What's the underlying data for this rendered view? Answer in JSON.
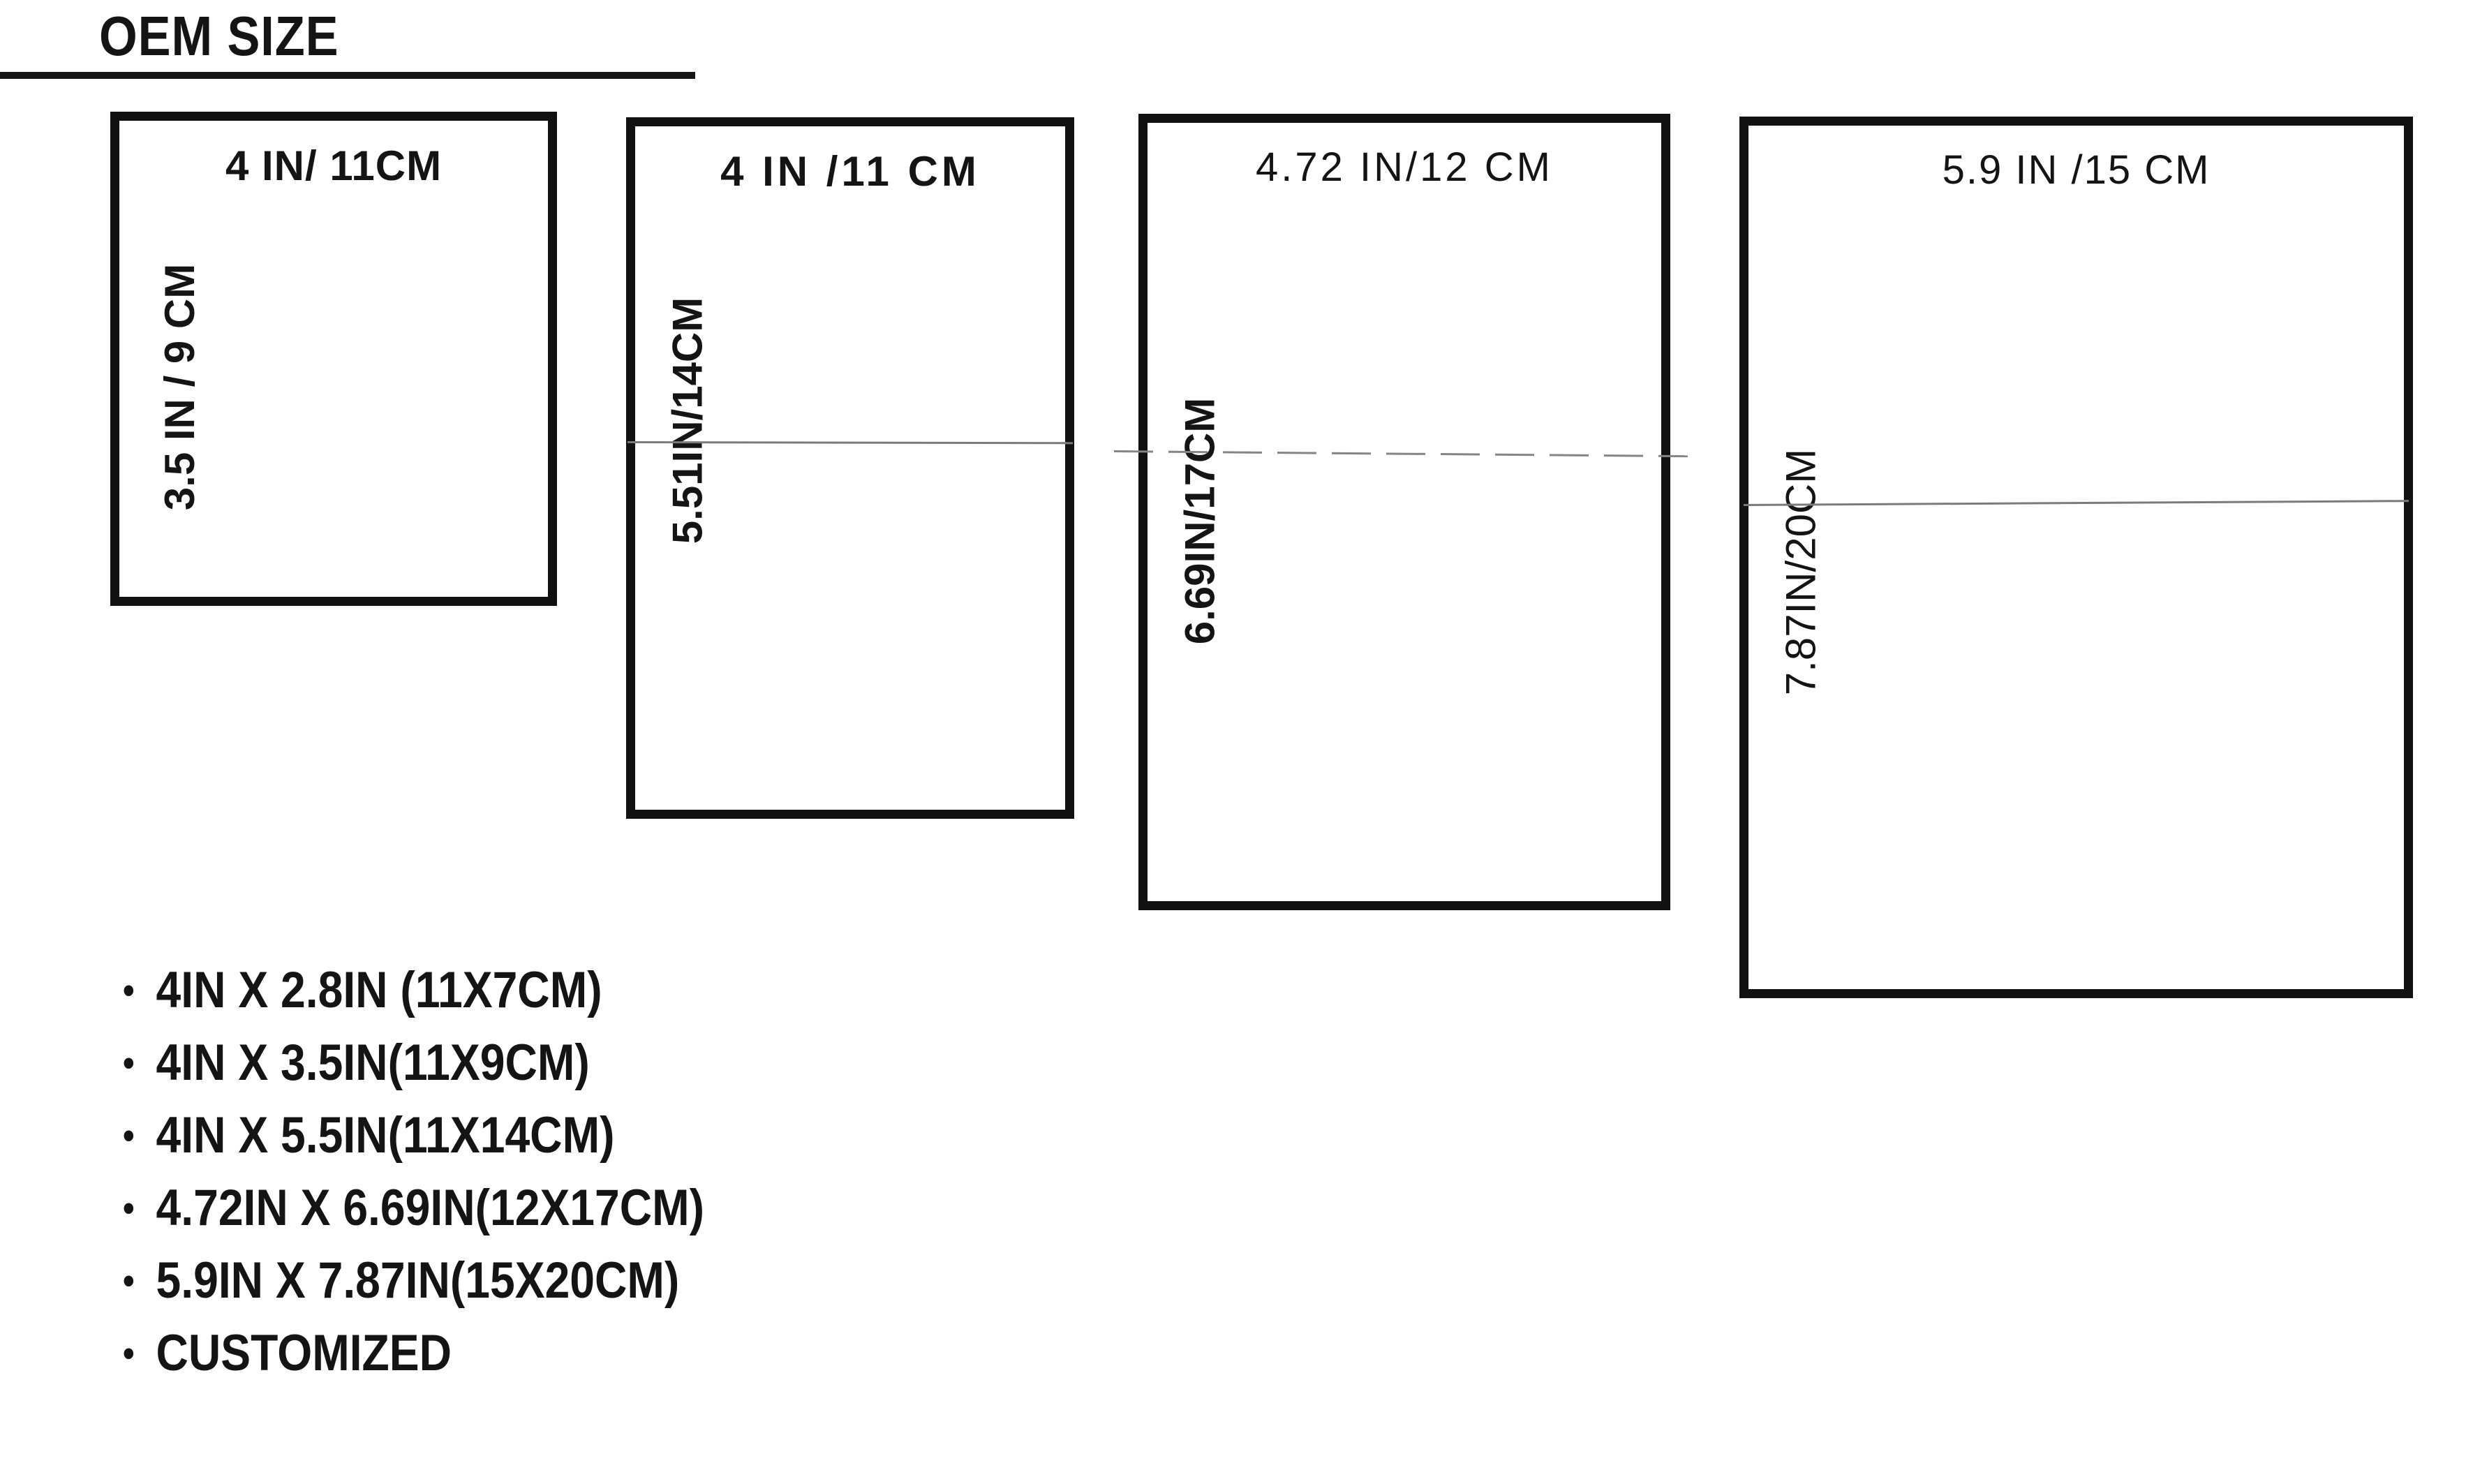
{
  "page": {
    "title": "OEM SIZE",
    "background_color": "#ffffff",
    "ink_color": "#141414",
    "fold_line_color": "#7b7b7b"
  },
  "diagram": {
    "rectangles": [
      {
        "top_label": "4 IN/ 11CM",
        "side_label": "3.5 IN / 9 CM",
        "fold_line": "none"
      },
      {
        "top_label": "4 IN /11 CM",
        "side_label": "5.51IN/14CM",
        "fold_line": "solid"
      },
      {
        "top_label": "4.72 IN/12 CM",
        "side_label": "6.69IN/17CM",
        "fold_line": "dashed"
      },
      {
        "top_label": "5.9 IN /15 CM",
        "side_label": "7.87IN/20CM",
        "fold_line": "solid"
      }
    ]
  },
  "size_list": {
    "bullet_char": "•",
    "items": [
      "4IN X 2.8IN (11X7CM)",
      "4IN X 3.5IN(11X9CM)",
      "4IN X 5.5IN(11X14CM)",
      "4.72IN X 6.69IN(12X17CM)",
      "5.9IN X 7.87IN(15X20CM)",
      "CUSTOMIZED"
    ]
  }
}
